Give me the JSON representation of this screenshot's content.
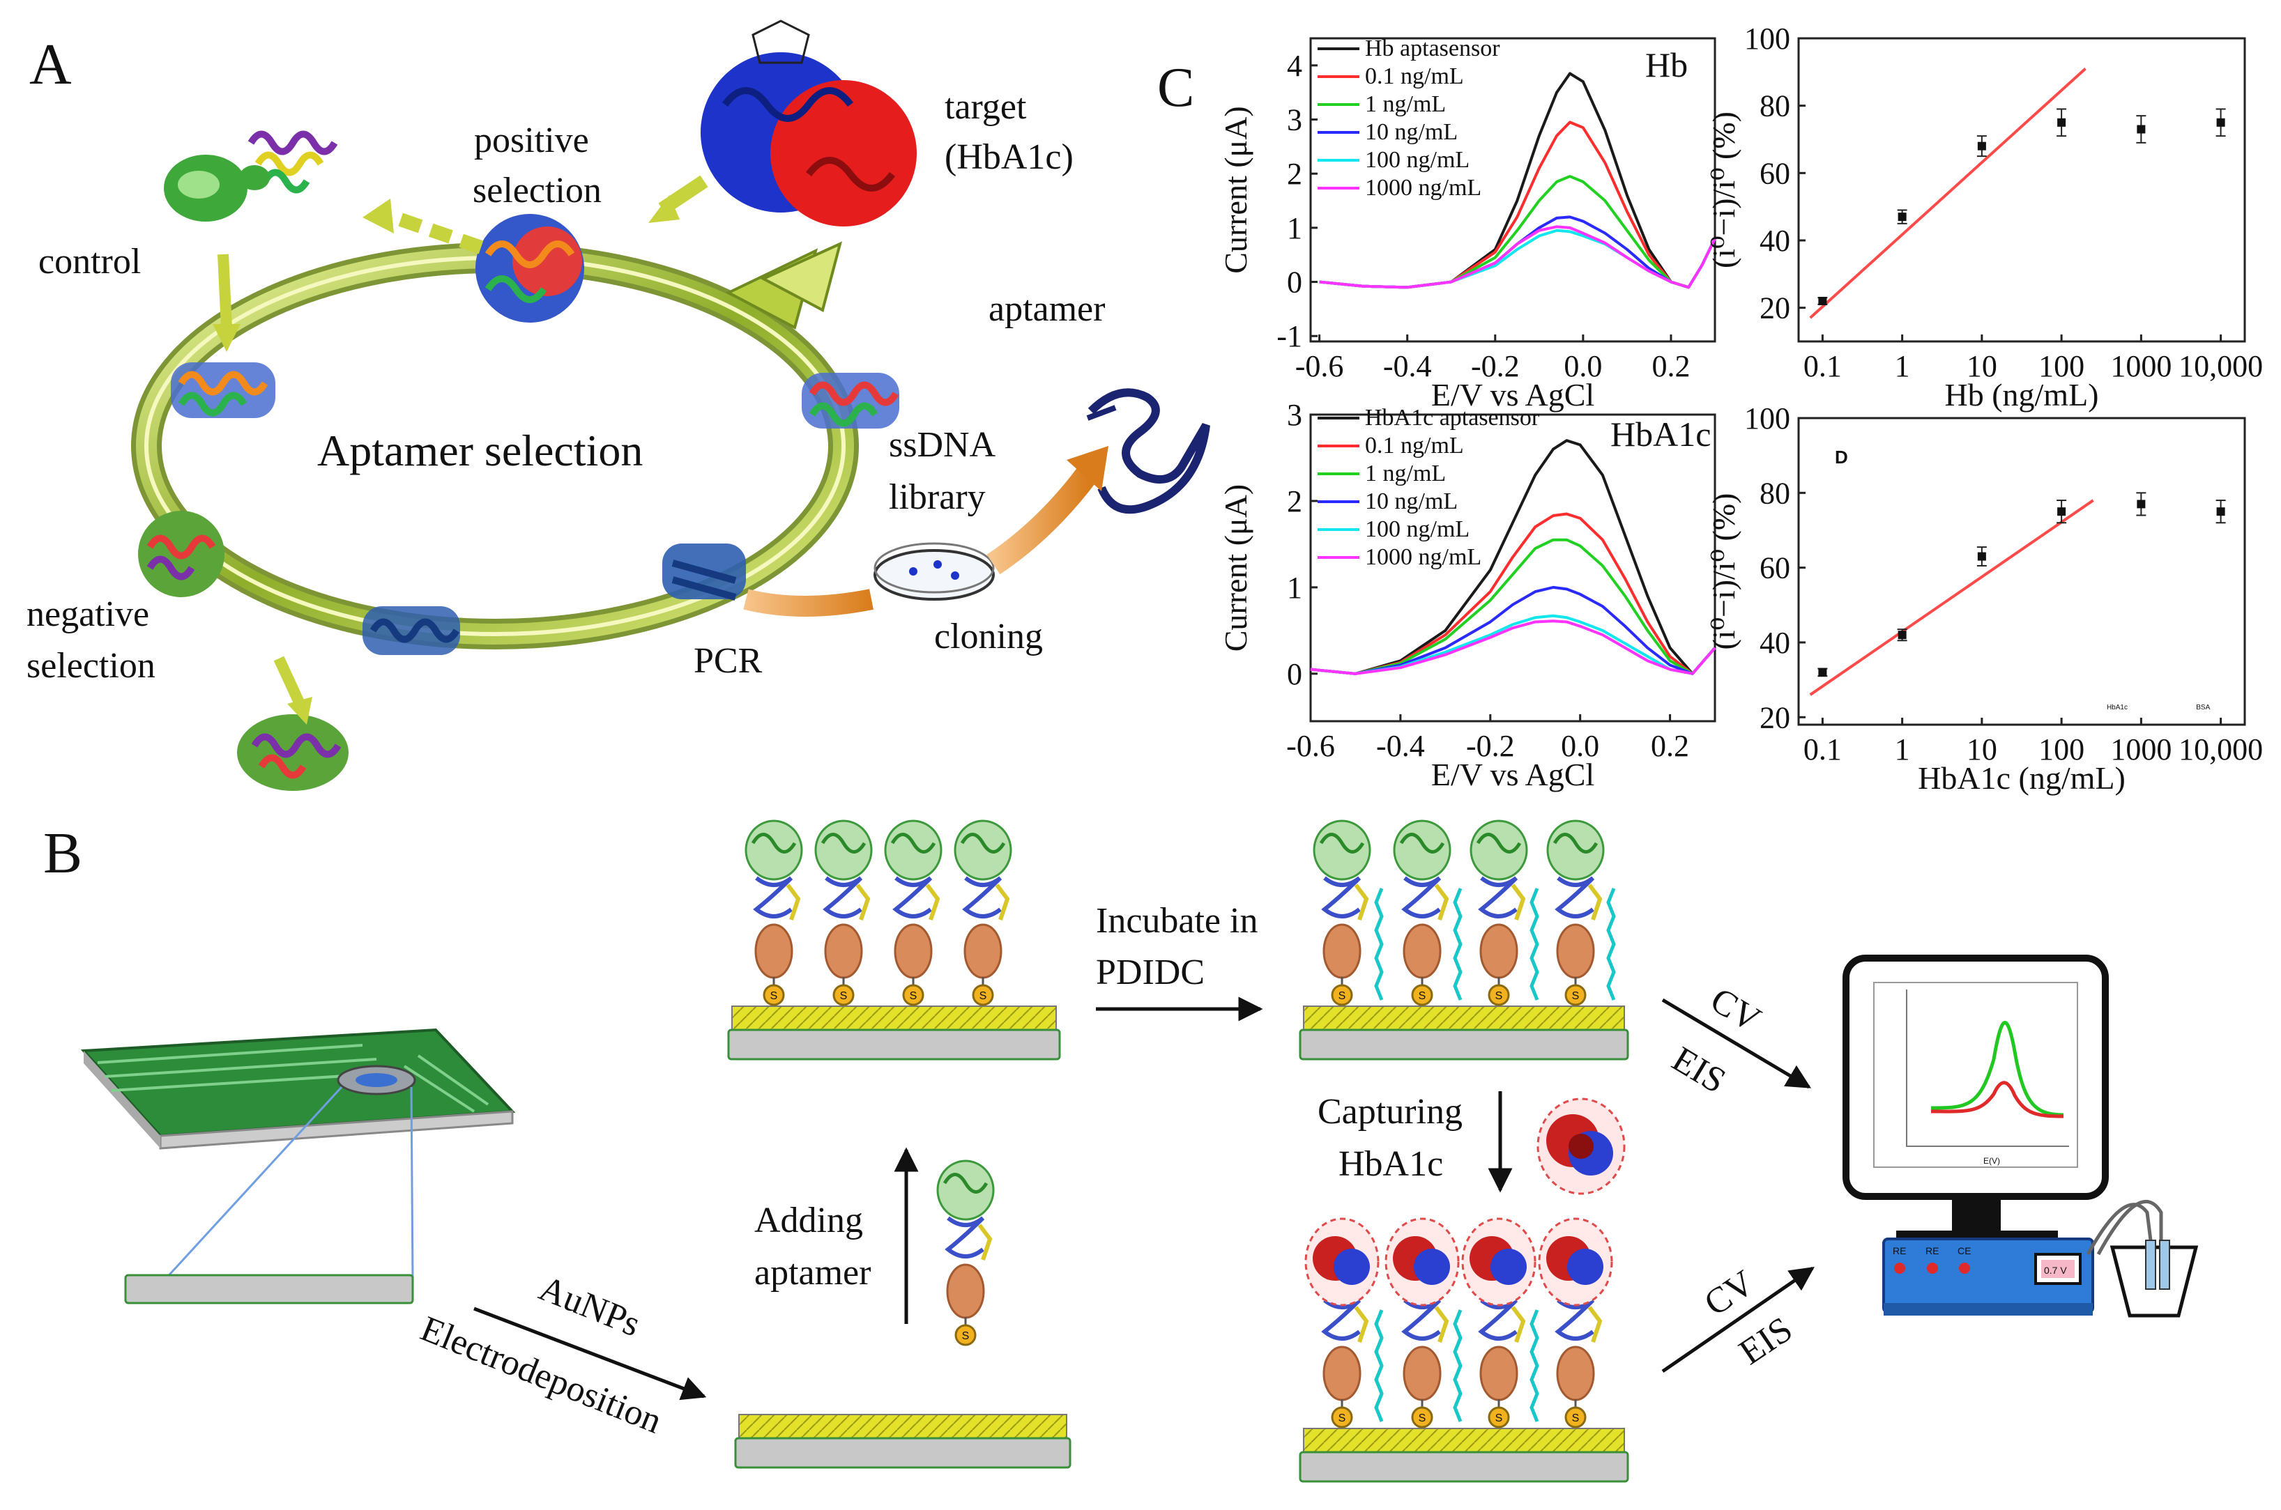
{
  "panels": {
    "A": "A",
    "B": "B",
    "C": "C",
    "D": "D"
  },
  "panel_a": {
    "positive_selection": [
      "positive",
      "selection"
    ],
    "target": [
      "target",
      "(HbA1c)"
    ],
    "control": "control",
    "aptamer": "aptamer",
    "aptamer_selection": "Aptamer selection",
    "ssdna_library": [
      "ssDNA",
      "library"
    ],
    "negative_selection": [
      "negative",
      "selection"
    ],
    "pcr": "PCR",
    "cloning": "cloning"
  },
  "panel_b": {
    "incubate": [
      "Incubate in",
      "PDIDC"
    ],
    "capturing": [
      "Capturing",
      "HbA1c"
    ],
    "adding_aptamer": [
      "Adding",
      "aptamer"
    ],
    "aunps": "AuNPs",
    "electrodeposition": "Electrodeposition",
    "cv": "CV",
    "eis": "EIS",
    "thiol": "S",
    "device_buttons": [
      "RE",
      "RE",
      "CE"
    ],
    "device_display": "0.7 V",
    "monitor_xlabel": "E(V)"
  },
  "colors": {
    "black": "#1a1a1a",
    "red": "#ff2e2e",
    "green": "#22d022",
    "blue": "#2a2aff",
    "cyan": "#12e6ee",
    "magenta": "#ff33ff",
    "fit_line": "#ff4a4a",
    "electrode_gold": "#e3e12a",
    "electrode_gray": "#c8c8c8",
    "pcb_green": "#2d8c3a",
    "device_blue": "#2f7bd8",
    "arrow_yellow": "#c7d33c"
  },
  "chart_data": [
    {
      "type": "line",
      "inset_label": "Hb",
      "xlabel": "E/V vs AgCl",
      "ylabel": "Current (μA)",
      "xlim": [
        -0.62,
        0.3
      ],
      "ylim": [
        -1.1,
        4.5
      ],
      "xticks": [
        "-0.6",
        "-0.4",
        "-0.2",
        "0.0",
        "0.2"
      ],
      "yticks": [
        "-1",
        "0",
        "1",
        "2",
        "3",
        "4"
      ],
      "legend_position": "top-left",
      "series": [
        {
          "name": "Hb aptasensor",
          "color": "#1a1a1a",
          "x": [
            -0.6,
            -0.5,
            -0.4,
            -0.3,
            -0.2,
            -0.15,
            -0.1,
            -0.06,
            -0.03,
            0.0,
            0.05,
            0.1,
            0.15,
            0.2,
            0.24,
            0.27,
            0.3
          ],
          "y": [
            0,
            -0.08,
            -0.1,
            0.0,
            0.6,
            1.5,
            2.7,
            3.5,
            3.85,
            3.7,
            2.8,
            1.6,
            0.6,
            0.0,
            -0.1,
            0.3,
            0.8
          ]
        },
        {
          "name": "0.1 ng/mL",
          "color": "#ff2e2e",
          "x": [
            -0.6,
            -0.5,
            -0.4,
            -0.3,
            -0.2,
            -0.15,
            -0.1,
            -0.06,
            -0.03,
            0.0,
            0.05,
            0.1,
            0.15,
            0.2,
            0.24,
            0.27,
            0.3
          ],
          "y": [
            0,
            -0.08,
            -0.1,
            0.0,
            0.55,
            1.2,
            2.1,
            2.7,
            2.95,
            2.85,
            2.2,
            1.3,
            0.5,
            0.0,
            -0.1,
            0.3,
            0.8
          ]
        },
        {
          "name": "1 ng/mL",
          "color": "#22d022",
          "x": [
            -0.6,
            -0.5,
            -0.4,
            -0.3,
            -0.2,
            -0.15,
            -0.1,
            -0.06,
            -0.03,
            0.0,
            0.05,
            0.1,
            0.15,
            0.2,
            0.24,
            0.27,
            0.3
          ],
          "y": [
            0,
            -0.08,
            -0.1,
            0.0,
            0.45,
            0.95,
            1.5,
            1.85,
            1.95,
            1.85,
            1.5,
            0.95,
            0.4,
            0.0,
            -0.1,
            0.3,
            0.8
          ]
        },
        {
          "name": "10 ng/mL",
          "color": "#2a2aff",
          "x": [
            -0.6,
            -0.5,
            -0.4,
            -0.3,
            -0.2,
            -0.15,
            -0.1,
            -0.06,
            -0.03,
            0.0,
            0.05,
            0.1,
            0.15,
            0.2,
            0.24,
            0.27,
            0.3
          ],
          "y": [
            0,
            -0.08,
            -0.1,
            0.0,
            0.35,
            0.7,
            1.0,
            1.18,
            1.2,
            1.12,
            0.9,
            0.6,
            0.25,
            0.0,
            -0.1,
            0.3,
            0.8
          ]
        },
        {
          "name": "100 ng/mL",
          "color": "#12e6ee",
          "x": [
            -0.6,
            -0.5,
            -0.4,
            -0.3,
            -0.2,
            -0.15,
            -0.1,
            -0.06,
            -0.03,
            0.0,
            0.05,
            0.1,
            0.15,
            0.2,
            0.24,
            0.27,
            0.3
          ],
          "y": [
            0,
            -0.08,
            -0.1,
            0.0,
            0.3,
            0.6,
            0.85,
            0.95,
            0.93,
            0.85,
            0.7,
            0.45,
            0.2,
            0.0,
            -0.1,
            0.3,
            0.8
          ]
        },
        {
          "name": "1000 ng/mL",
          "color": "#ff33ff",
          "x": [
            -0.6,
            -0.5,
            -0.4,
            -0.3,
            -0.2,
            -0.15,
            -0.1,
            -0.06,
            -0.03,
            0.0,
            0.05,
            0.1,
            0.15,
            0.2,
            0.24,
            0.27,
            0.3
          ],
          "y": [
            0,
            -0.08,
            -0.1,
            0.0,
            0.35,
            0.7,
            0.95,
            1.02,
            1.0,
            0.9,
            0.72,
            0.45,
            0.2,
            0.0,
            -0.1,
            0.3,
            0.8
          ]
        }
      ]
    },
    {
      "type": "scatter",
      "xlabel": "Hb (ng/mL)",
      "ylabel": "(i⁰−i)/i⁰ (%)",
      "xscale": "log",
      "xlim": [
        0.05,
        20000
      ],
      "ylim": [
        10,
        100
      ],
      "xticks": [
        "0.1",
        "1",
        "10",
        "100",
        "1000",
        "10,000"
      ],
      "yticks": [
        "20",
        "40",
        "60",
        "80",
        "100"
      ],
      "points": {
        "x": [
          0.1,
          1,
          10,
          100,
          1000,
          10000
        ],
        "y": [
          22,
          47,
          68,
          75,
          73,
          75
        ],
        "err": [
          1,
          2,
          3,
          4,
          4,
          4
        ]
      },
      "fit": {
        "x": [
          0.07,
          200
        ],
        "y": [
          17,
          91
        ]
      }
    },
    {
      "type": "line",
      "inset_label": "HbA1c",
      "xlabel": "E/V vs AgCl",
      "ylabel": "Current (μA)",
      "xlim": [
        -0.6,
        0.3
      ],
      "ylim": [
        -0.55,
        3.0
      ],
      "xticks": [
        "-0.6",
        "-0.4",
        "-0.2",
        "0.0",
        "0.2"
      ],
      "yticks": [
        "0",
        "1",
        "2",
        "3"
      ],
      "legend_position": "top-left",
      "series": [
        {
          "name": "HbA1c aptasensor",
          "color": "#1a1a1a",
          "x": [
            -0.6,
            -0.5,
            -0.4,
            -0.3,
            -0.2,
            -0.15,
            -0.1,
            -0.06,
            -0.03,
            0.0,
            0.05,
            0.1,
            0.15,
            0.2,
            0.25,
            0.3
          ],
          "y": [
            0.05,
            0.0,
            0.15,
            0.5,
            1.2,
            1.75,
            2.3,
            2.6,
            2.7,
            2.65,
            2.3,
            1.6,
            0.9,
            0.3,
            0.0,
            0.3
          ]
        },
        {
          "name": "0.1 ng/mL",
          "color": "#ff2e2e",
          "x": [
            -0.6,
            -0.5,
            -0.4,
            -0.3,
            -0.2,
            -0.15,
            -0.1,
            -0.06,
            -0.03,
            0.0,
            0.05,
            0.1,
            0.15,
            0.2,
            0.25,
            0.3
          ],
          "y": [
            0.05,
            0.0,
            0.13,
            0.45,
            0.95,
            1.35,
            1.7,
            1.83,
            1.85,
            1.8,
            1.55,
            1.1,
            0.6,
            0.2,
            0.0,
            0.3
          ]
        },
        {
          "name": "1 ng/mL",
          "color": "#22d022",
          "x": [
            -0.6,
            -0.5,
            -0.4,
            -0.3,
            -0.2,
            -0.15,
            -0.1,
            -0.06,
            -0.03,
            0.0,
            0.05,
            0.1,
            0.15,
            0.2,
            0.25,
            0.3
          ],
          "y": [
            0.05,
            0.0,
            0.12,
            0.4,
            0.85,
            1.15,
            1.45,
            1.55,
            1.55,
            1.48,
            1.25,
            0.9,
            0.5,
            0.15,
            0.0,
            0.3
          ]
        },
        {
          "name": "10 ng/mL",
          "color": "#2a2aff",
          "x": [
            -0.6,
            -0.5,
            -0.4,
            -0.3,
            -0.2,
            -0.15,
            -0.1,
            -0.06,
            -0.03,
            0.0,
            0.05,
            0.1,
            0.15,
            0.2,
            0.25,
            0.3
          ],
          "y": [
            0.05,
            0.0,
            0.1,
            0.3,
            0.6,
            0.8,
            0.95,
            1.0,
            0.98,
            0.92,
            0.78,
            0.55,
            0.3,
            0.1,
            0.0,
            0.3
          ]
        },
        {
          "name": "100 ng/mL",
          "color": "#12e6ee",
          "x": [
            -0.6,
            -0.5,
            -0.4,
            -0.3,
            -0.2,
            -0.15,
            -0.1,
            -0.06,
            -0.03,
            0.0,
            0.05,
            0.1,
            0.15,
            0.2,
            0.25,
            0.3
          ],
          "y": [
            0.05,
            0.0,
            0.08,
            0.25,
            0.45,
            0.57,
            0.65,
            0.67,
            0.65,
            0.6,
            0.5,
            0.35,
            0.2,
            0.05,
            0.0,
            0.3
          ]
        },
        {
          "name": "1000 ng/mL",
          "color": "#ff33ff",
          "x": [
            -0.6,
            -0.5,
            -0.4,
            -0.3,
            -0.2,
            -0.15,
            -0.1,
            -0.06,
            -0.03,
            0.0,
            0.05,
            0.1,
            0.15,
            0.2,
            0.25,
            0.3
          ],
          "y": [
            0.05,
            0.0,
            0.07,
            0.22,
            0.42,
            0.53,
            0.6,
            0.61,
            0.6,
            0.55,
            0.45,
            0.3,
            0.15,
            0.05,
            0.0,
            0.3
          ]
        }
      ]
    },
    {
      "type": "scatter",
      "inset_label": "D",
      "xlabel": "HbA1c (ng/mL)",
      "ylabel": "(i⁰−i)/i⁰ (%)",
      "xscale": "log",
      "xlim": [
        0.05,
        20000
      ],
      "ylim": [
        18,
        100
      ],
      "xticks": [
        "0.1",
        "1",
        "10",
        "100",
        "1000",
        "10,000"
      ],
      "yticks": [
        "20",
        "40",
        "60",
        "80",
        "100"
      ],
      "bar_labels": [
        "HbA1c",
        "BSA"
      ],
      "points": {
        "x": [
          0.1,
          1,
          10,
          100,
          1000,
          10000
        ],
        "y": [
          32,
          42,
          63,
          75,
          77,
          75
        ],
        "err": [
          1,
          1.5,
          2.5,
          3,
          3,
          3
        ]
      },
      "fit": {
        "x": [
          0.07,
          250
        ],
        "y": [
          26,
          78
        ]
      }
    }
  ]
}
